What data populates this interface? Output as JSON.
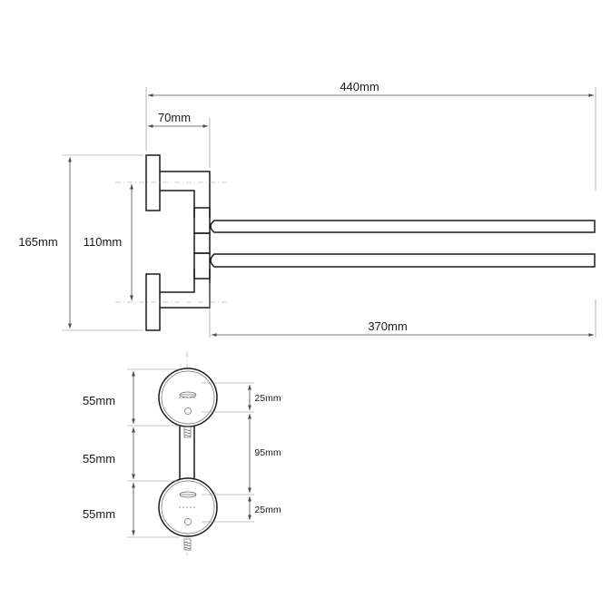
{
  "dimensions": {
    "side_view": {
      "overall_length": "440mm",
      "mount_depth": "70mm",
      "overall_height": "165mm",
      "mount_spacing": "110mm",
      "arm_length": "370mm"
    },
    "front_view": {
      "top_flange": "55mm",
      "middle_span": "55mm",
      "bottom_flange": "55mm",
      "top_hole_offset": "25mm",
      "hole_spacing": "95mm",
      "bottom_hole_offset": "25mm"
    }
  }
}
